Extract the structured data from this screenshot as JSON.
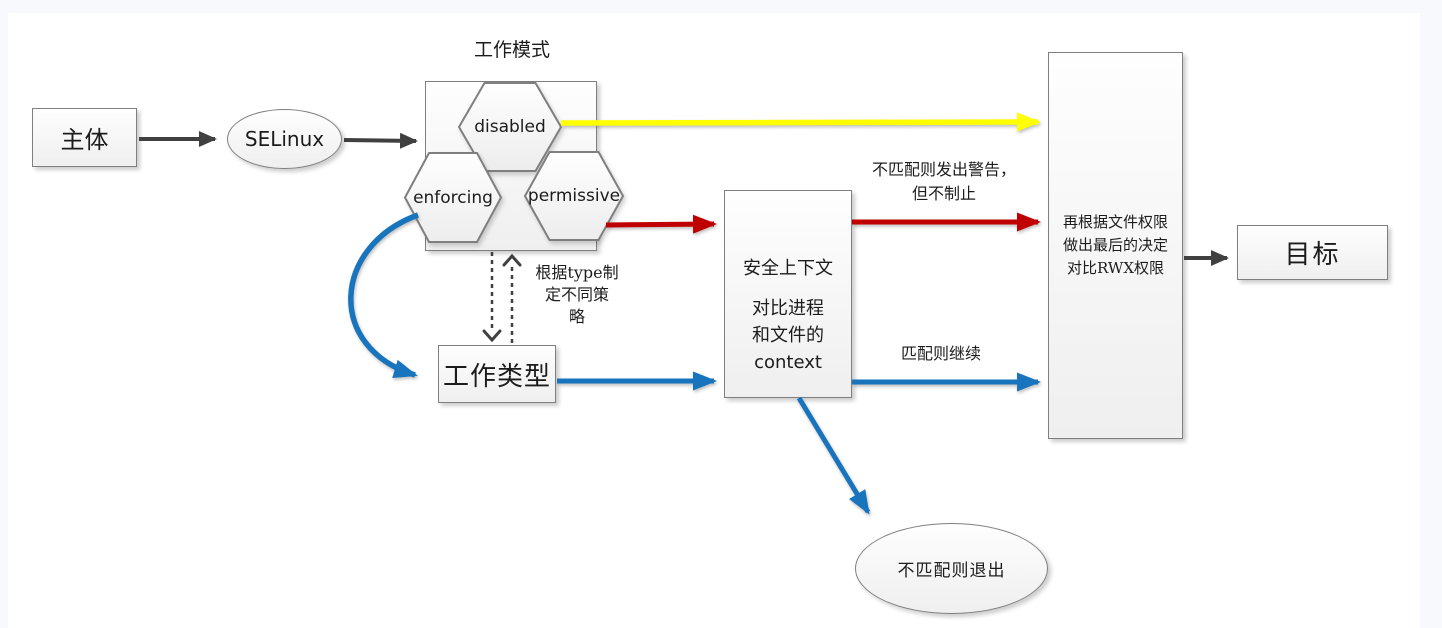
{
  "colors": {
    "blue": "#1874bd",
    "red": "#c00000",
    "yellow": "#ffff00",
    "dark": "#404040"
  },
  "nodes": {
    "subject": {
      "label": "主体"
    },
    "selinux": {
      "label": "SELinux"
    },
    "work_mode": {
      "title": "工作模式",
      "hexagons": [
        {
          "label": "disabled"
        },
        {
          "label": "enforcing"
        },
        {
          "label": "permissive"
        }
      ]
    },
    "work_type": {
      "label": "工作类型"
    },
    "security_context": {
      "line1": "安全上下文",
      "line2": "对比进程",
      "line3": "和文件的",
      "line4": "context"
    },
    "final_decision": {
      "line1": "再根据文件权限",
      "line2": "做出最后的决定",
      "line3": "对比RWX权限"
    },
    "target": {
      "label": "目标"
    },
    "exit": {
      "label": "不匹配则退出"
    }
  },
  "edge_labels": {
    "policy": {
      "line1": "根据type制",
      "line2": "定不同策",
      "line3": "略"
    },
    "warn": {
      "line1": "不匹配则发出警告，",
      "line2": "但不制止"
    },
    "match": {
      "label": "匹配则继续"
    }
  }
}
